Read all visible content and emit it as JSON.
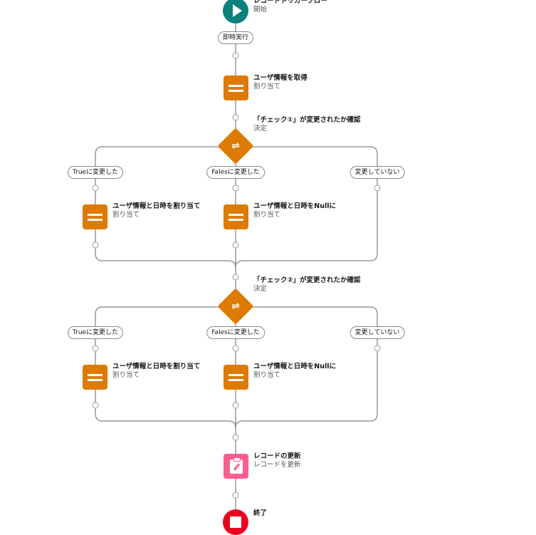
{
  "start": {
    "title": "レコードトリガーフロー",
    "subtitle": "開始"
  },
  "run_label": "即時実行",
  "get_user": {
    "title": "ユーザ情報を取得",
    "subtitle": "割り当て"
  },
  "decisions": [
    {
      "title": "「チェック①」が変更されたか確認",
      "subtitle": "決定",
      "branches": [
        "Trueに変更した",
        "Falesに変更した",
        "変更していない"
      ],
      "assign_true": {
        "title": "ユーザ情報と日時を割り当て",
        "subtitle": "割り当て"
      },
      "assign_false": {
        "title": "ユーザ情報と日時をNullに",
        "subtitle": "割り当て"
      }
    },
    {
      "title": "「チェック②」が変更されたか確認",
      "subtitle": "決定",
      "branches": [
        "Trueに変更した",
        "Falesに変更した",
        "変更していない"
      ],
      "assign_true": {
        "title": "ユーザ情報と日時を割り当て",
        "subtitle": "割り当て"
      },
      "assign_false": {
        "title": "ユーザ情報と日時をNullに",
        "subtitle": "割り当て"
      }
    }
  ],
  "update": {
    "title": "レコードの更新",
    "subtitle": "レコードを更新"
  },
  "end": {
    "title": "終了"
  },
  "colors": {
    "start": "#0b827c",
    "assign": "#dd7a01",
    "update": "#ff5d8e",
    "end": "#ea001e",
    "line": "#999999"
  }
}
